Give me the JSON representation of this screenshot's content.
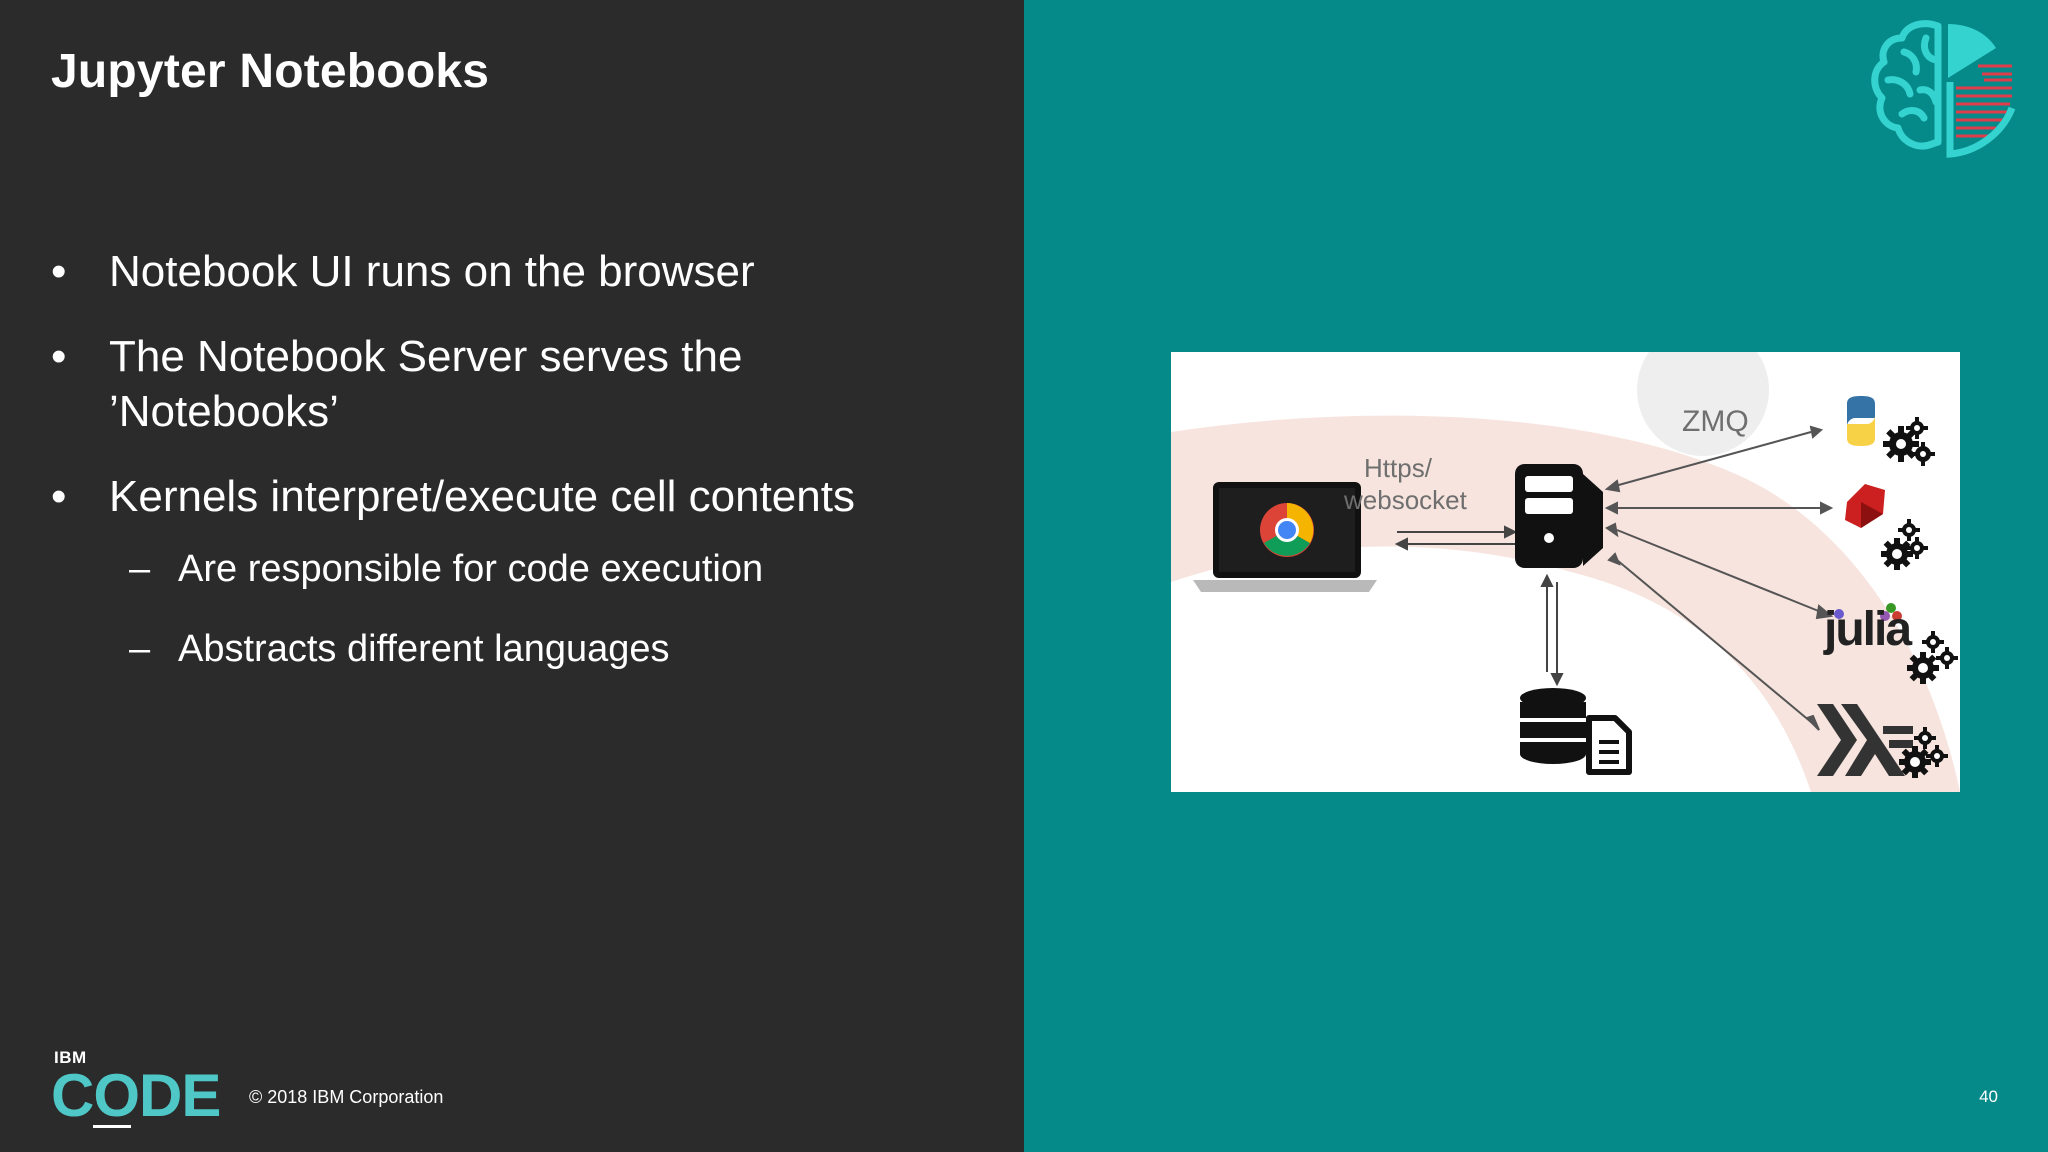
{
  "slide": {
    "title": "Jupyter Notebooks",
    "bullets": [
      "Notebook UI runs on the browser",
      "The Notebook Server serves the ’Notebooks’",
      "Kernels interpret/execute cell contents"
    ],
    "sub_bullets": [
      "Are responsible for code execution",
      "Abstracts different languages"
    ],
    "bullet_symbol": "•",
    "sub_bullet_symbol": "–"
  },
  "footer": {
    "ibm": "IBM",
    "code": "CODE",
    "copyright": "© 2018 IBM Corporation",
    "page_number": "40"
  },
  "diagram": {
    "zmq_label": "ZMQ",
    "https_label": "Https/ websocket",
    "julia_label": "julia",
    "icons": [
      "laptop-icon",
      "chrome-icon",
      "server-icon",
      "database-icon",
      "document-icon",
      "python-icon",
      "ruby-icon",
      "haskell-icon",
      "gear-icon"
    ]
  },
  "colors": {
    "left_background": "#2b2b2b",
    "right_background": "#058a89",
    "code_logo": "#4fc7c6",
    "brain_logo": "#35d3d0",
    "brain_accent": "#e23b4a"
  }
}
